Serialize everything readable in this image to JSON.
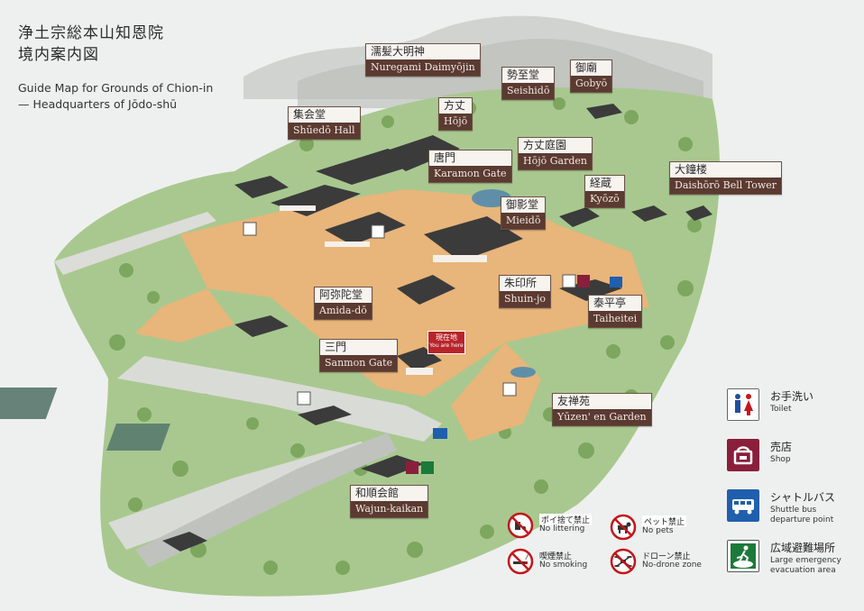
{
  "title": {
    "jp_line1": "浄土宗総本山知恩院",
    "jp_line2": "境内案内図",
    "en_line1": "Guide Map for Grounds of Chion-in",
    "en_line2": "— Headquarters of Jōdo-shū"
  },
  "places": [
    {
      "id": "nuregami",
      "jp": "濡髪大明神",
      "en": "Nuregami Daimyōjin"
    },
    {
      "id": "seishido",
      "jp": "勢至堂",
      "en": "Seishidō"
    },
    {
      "id": "gobyo",
      "jp": "御廟",
      "en": "Gobyō"
    },
    {
      "id": "shuedo",
      "jp": "集会堂",
      "en": "Shūedō Hall"
    },
    {
      "id": "hojo",
      "jp": "方丈",
      "en": "Hōjō"
    },
    {
      "id": "hojo-garden",
      "jp": "方丈庭園",
      "en": "Hōjō Garden"
    },
    {
      "id": "karamon",
      "jp": "唐門",
      "en": "Karamon Gate"
    },
    {
      "id": "daishoro",
      "jp": "大鐘楼",
      "en": "Daishōrō Bell Tower"
    },
    {
      "id": "kyozo",
      "jp": "経蔵",
      "en": "Kyōzō"
    },
    {
      "id": "mieido",
      "jp": "御影堂",
      "en": "Mieidō"
    },
    {
      "id": "amida",
      "jp": "阿弥陀堂",
      "en": "Amida-dō"
    },
    {
      "id": "shuin",
      "jp": "朱印所",
      "en": "Shuin-jo"
    },
    {
      "id": "taiheitei",
      "jp": "泰平亭",
      "en": "Taiheitei"
    },
    {
      "id": "sanmon",
      "jp": "三門",
      "en": "Sanmon Gate"
    },
    {
      "id": "yuzen",
      "jp": "友禅苑",
      "en": "Yūzen' en Garden"
    },
    {
      "id": "wajun",
      "jp": "和順会館",
      "en": "Wajun-kaikan"
    }
  ],
  "you_are_here": {
    "jp": "現在地",
    "en": "You are here"
  },
  "legend": [
    {
      "id": "toilet",
      "jp": "お手洗い",
      "en": "Toilet",
      "color": "#ffffff",
      "icon": "toilet-icon"
    },
    {
      "id": "shop",
      "jp": "売店",
      "en": "Shop",
      "color": "#8a1f3c",
      "icon": "shop-icon"
    },
    {
      "id": "shuttle",
      "jp": "シャトルバス",
      "en": "Shuttle bus\ndeparture point",
      "color": "#1f5fae",
      "icon": "bus-icon"
    },
    {
      "id": "evac",
      "jp": "広域避難場所",
      "en": "Large emergency\nevacuation area",
      "color": "#1b7a3a",
      "icon": "evacuation-icon"
    }
  ],
  "rules": [
    {
      "id": "littering",
      "jp": "ポイ捨て禁止",
      "en": "No littering",
      "icon": "no-littering-icon"
    },
    {
      "id": "pets",
      "jp": "ペット禁止",
      "en": "No pets",
      "icon": "no-pets-icon"
    },
    {
      "id": "smoking",
      "jp": "喫煙禁止",
      "en": "No smoking",
      "icon": "no-smoking-icon"
    },
    {
      "id": "drone",
      "jp": "ドローン禁止",
      "en": "No-drone zone",
      "icon": "no-drone-icon"
    }
  ],
  "colors": {
    "label_dark": "#5b3a31",
    "path": "#e8b57a",
    "forest": "#7faa5c",
    "roof": "#3b3b3b",
    "prohibit": "#c4161c"
  }
}
